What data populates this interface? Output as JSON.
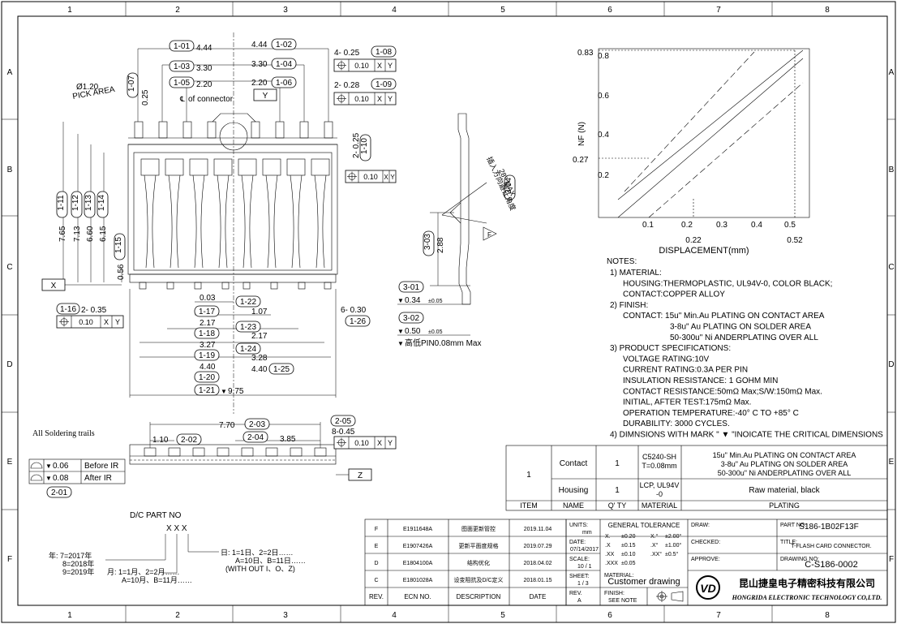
{
  "grid": {
    "cols": [
      "1",
      "2",
      "3",
      "4",
      "5",
      "6",
      "7",
      "8"
    ],
    "rows": [
      "A",
      "B",
      "C",
      "D",
      "E",
      "F"
    ]
  },
  "dims_top": {
    "d101": "4.44",
    "d102": "4.44",
    "d103": "3.30",
    "d104": "3.30",
    "d105": "2.20",
    "d106": "2.20",
    "d108": "4- 0.25",
    "d109": "2- 0.28",
    "d110": "2- 0.25",
    "pick_dia": "Ø1.20",
    "pick_area": "PICK AREA",
    "center_of_connector": "of connector",
    "d107": "0.25",
    "fcf_val": "0.10",
    "fcf_x": "X",
    "fcf_y": "Y"
  },
  "dims_left": {
    "d111": "7.65",
    "d112": "7.13",
    "d113": "6.60",
    "d114": "6.15",
    "d115": "0.56",
    "datum_x": "X"
  },
  "dims_bottom": {
    "d116": "2- 0.35",
    "d117": "0.03",
    "d118": "2.17",
    "d119": "3.27",
    "d120": "4.40",
    "d121": "9.75",
    "d122": "1.07",
    "d123": "2.17",
    "d124": "3.28",
    "d125": "4.40",
    "d126": "6- 0.30",
    "datum_y": "Y"
  },
  "tags": {
    "t101": "1-01",
    "t102": "1-02",
    "t103": "1-03",
    "t104": "1-04",
    "t105": "1-05",
    "t106": "1-06",
    "t107": "1-07",
    "t108": "1-08",
    "t109": "1-09",
    "t110": "1-10",
    "t111": "1-11",
    "t112": "1-12",
    "t113": "1-13",
    "t114": "1-14",
    "t115": "1-15",
    "t116": "1-16",
    "t117": "1-17",
    "t118": "1-18",
    "t119": "1-19",
    "t120": "1-20",
    "t121": "1-21",
    "t122": "1-22",
    "t123": "1-23",
    "t124": "1-24",
    "t125": "1-25",
    "t126": "1-26",
    "t201": "2-01",
    "t202": "2-02",
    "t203": "2-03",
    "t204": "2-04",
    "t205": "2-05",
    "t301": "3-01",
    "t302": "3-02",
    "t303": "3-03",
    "t304": "3-04"
  },
  "side_view": {
    "d288": "2.88",
    "d301": "0.34",
    "d302": "0.50",
    "tol": "±0.05",
    "coplanarity": "高低PIN0.08mm Max",
    "angle_note": "插入方向避让角度",
    "angle_val": "28° MAX",
    "flag": "F"
  },
  "bottom_view": {
    "d770": "7.70",
    "d110": "1.10",
    "d385": "3.85",
    "d845": "8-0.45",
    "datum_z": "Z",
    "title": "All Soldering trails",
    "row1_val": "0.06",
    "row1_lbl": "Before IR",
    "row2_val": "0.08",
    "row2_lbl": "After IR"
  },
  "chart": {
    "ylabel": "NF (N)",
    "xlabel": "DISPLACEMENT(mm)",
    "y_ticks": [
      "0.83",
      "0.8",
      "0.6",
      "0.4",
      "0.27",
      "0.2"
    ],
    "x_ticks": [
      "0.1",
      "0.2",
      "0.3",
      "0.4",
      "0.5"
    ],
    "x_extra": [
      "0.22",
      "0.52"
    ]
  },
  "notes": {
    "heading": "NOTES:",
    "lines": [
      "1) MATERIAL:",
      "HOUSING:THERMOPLASTIC, UL94V-0, COLOR BLACK;",
      "CONTACT:COPPER ALLOY",
      "2) FINISH:",
      "CONTACT: 15u\" Min.Au PLATING ON CONTACT AREA",
      "3-8u\" Au PLATING ON SOLDER AREA",
      "50-300u\" Ni ANDERPLATING OVER ALL",
      "3) PRODUCT SPECIFICATIONS:",
      "VOLTAGE RATING:10V",
      "CURRENT RATING:0.3A PER PIN",
      "INSULATION RESISTANCE: 1 GOHM MIN",
      "CONTACT RESISTANCE:50mΩ Max;S/W:150mΩ Max.",
      "INITIAL, AFTER TEST:175mΩ Max.",
      "OPERATION TEMPERATURE:-40° C TO +85° C",
      "DURABILITY: 3000 CYCLES.",
      "4) DIMNSIONS WITH MARK \" ▼ \"INOICATE THE CRITICAL DIMENSIONS"
    ]
  },
  "bom": {
    "item": "1",
    "rows": [
      {
        "name": "Contact",
        "qty": "1",
        "material": "C5240-SH T=0.08mm",
        "plating": [
          "15u\" Min.Au PLATING ON CONTACT AREA",
          "3-8u\" Au PLATING ON SOLDER AREA",
          "50-300u\" Ni ANDERPLATING OVER ALL"
        ]
      },
      {
        "name": "Housing",
        "qty": "1",
        "material": "LCP, UL94V -0",
        "plating": [
          "Raw material, black"
        ]
      }
    ],
    "headers": [
      "ITEM",
      "NAME",
      "Q' TY",
      "MATERIAL",
      "PLATING"
    ]
  },
  "dc": {
    "title": "D/C PART NO",
    "code": "X X X",
    "year": [
      "年: 7=2017年",
      "8=2018年",
      "9=2019年"
    ],
    "month": [
      "月: 1=1月、2=2月……",
      "A=10月、B=11月……"
    ],
    "day": [
      "日: 1=1日、2=2日……",
      "A=10日、B=11日……",
      "(WITH OUT I、O、Z)"
    ]
  },
  "revisions": {
    "rows": [
      {
        "rev": "F",
        "ecn": "E1911648A",
        "desc": "图面更新管控",
        "date": "2019.11.04"
      },
      {
        "rev": "E",
        "ecn": "E1907426A",
        "desc": "更新平面度规格",
        "date": "2019.07.29"
      },
      {
        "rev": "D",
        "ecn": "E1804100A",
        "desc": "结构优化",
        "date": "2018.04.02"
      },
      {
        "rev": "C",
        "ecn": "E1801028A",
        "desc": "设变阻抗及D/C定义",
        "date": "2018.01.15"
      }
    ],
    "headers": [
      "REV.",
      "ECN NO.",
      "DESCRIPTION",
      "DATE"
    ]
  },
  "title_block": {
    "units_lbl": "UNITS:",
    "units": "mm",
    "date_lbl": "DATE:",
    "date": "07/14/2017",
    "scale_lbl": "SCALE:",
    "scale": "10 / 1",
    "sheet_lbl": "SHEET:",
    "sheet": "1 / 3",
    "rev_lbl": "REV.",
    "rev": "A",
    "finish_lbl": "FINISH:",
    "finish": "SEE NOTE",
    "gen_tol": "GENERAL TOLERANCE",
    "tol": [
      [
        "X.",
        "±0.20",
        "X.°",
        "±2.00°"
      ],
      [
        ".X",
        "±0.15",
        ".X°",
        "±1.00°"
      ],
      [
        ".XX",
        "±0.10",
        ".XX°",
        "±0.5°"
      ],
      [
        ".XXX",
        "±0.05",
        "",
        ""
      ]
    ],
    "customer": "Customer drawing",
    "material_lbl": "MATERIAL:",
    "draw_lbl": "DRAW:",
    "checked_lbl": "CHECKED:",
    "approve_lbl": "APPROVE:",
    "partno_lbl": "PART NO:",
    "partno": "S186-1B02F13F",
    "title_lbl": "TITLE:",
    "title": "T-FLASH CARD CONNECTOR.",
    "drawingno_lbl": "DRAWING NO:",
    "drawingno": "C-S186-0002",
    "company_cn": "昆山捷皇电子精密科技有限公司",
    "company_en": "HONGRIDA ELECTRONIC TECHNOLOGY CO,LTD."
  }
}
